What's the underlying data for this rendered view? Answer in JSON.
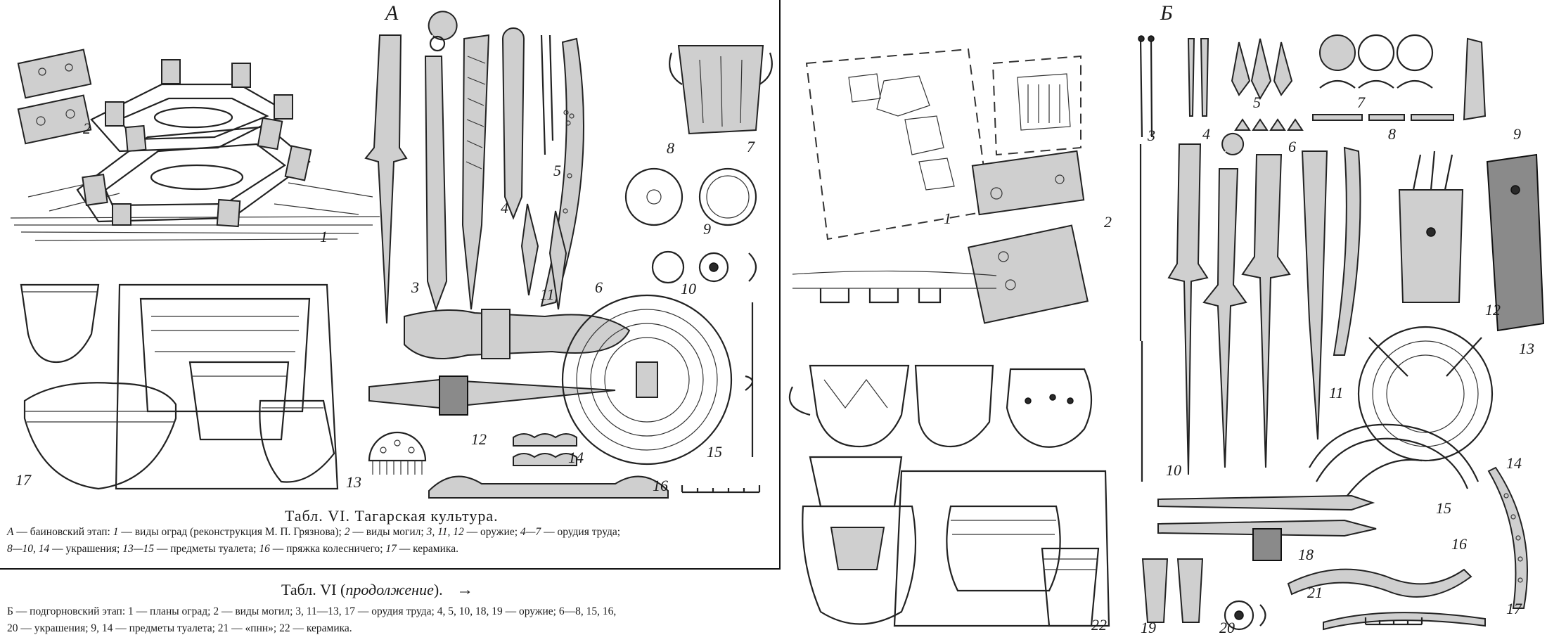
{
  "panel_a": {
    "letter": "А",
    "caption_title": "Табл. VI. Тагарская культура.",
    "caption_lines": [
      [
        "А",
        " — баиновский этап: ",
        "1",
        " — виды оград (реконструкция М. П. Грязнова); ",
        "2",
        " — виды могил; ",
        "3, 11, 12",
        " — оружие; ",
        "4—7",
        " — орудия труда;"
      ],
      [
        "8—10, 14",
        " — украшения; ",
        "13—15",
        " — предметы туалета; ",
        "16",
        " — пряжка колесничего; ",
        "17",
        " — керамика."
      ]
    ],
    "figure_numbers": [
      "1",
      "2",
      "3",
      "4",
      "5",
      "6",
      "7",
      "8",
      "9",
      "10",
      "11",
      "12",
      "13",
      "14",
      "15",
      "16",
      "17"
    ]
  },
  "continuation": {
    "title_main": "Табл. VI",
    "title_italic": "продолжение",
    "arrow": "→",
    "caption_lines": [
      [
        "Б",
        " — подгорновский этап: ",
        "1",
        " — планы оград; ",
        "2",
        " — виды могил; ",
        "3, 11—13, 17",
        " — орудия труда; ",
        "4, 5, 10, 18, 19",
        " — оружие; ",
        "6—8, 15, 16,"
      ],
      [
        "20",
        " — украшения; ",
        "9, 14",
        " — предметы туалета; ",
        "21",
        " — «пнн»; ",
        "22",
        " — керамика."
      ]
    ]
  },
  "panel_b": {
    "letter": "Б",
    "figure_numbers": [
      "1",
      "2",
      "3",
      "4",
      "5",
      "6",
      "7",
      "8",
      "9",
      "10",
      "11",
      "12",
      "13",
      "14",
      "15",
      "16",
      "17",
      "18",
      "19",
      "20",
      "21",
      "22"
    ]
  }
}
